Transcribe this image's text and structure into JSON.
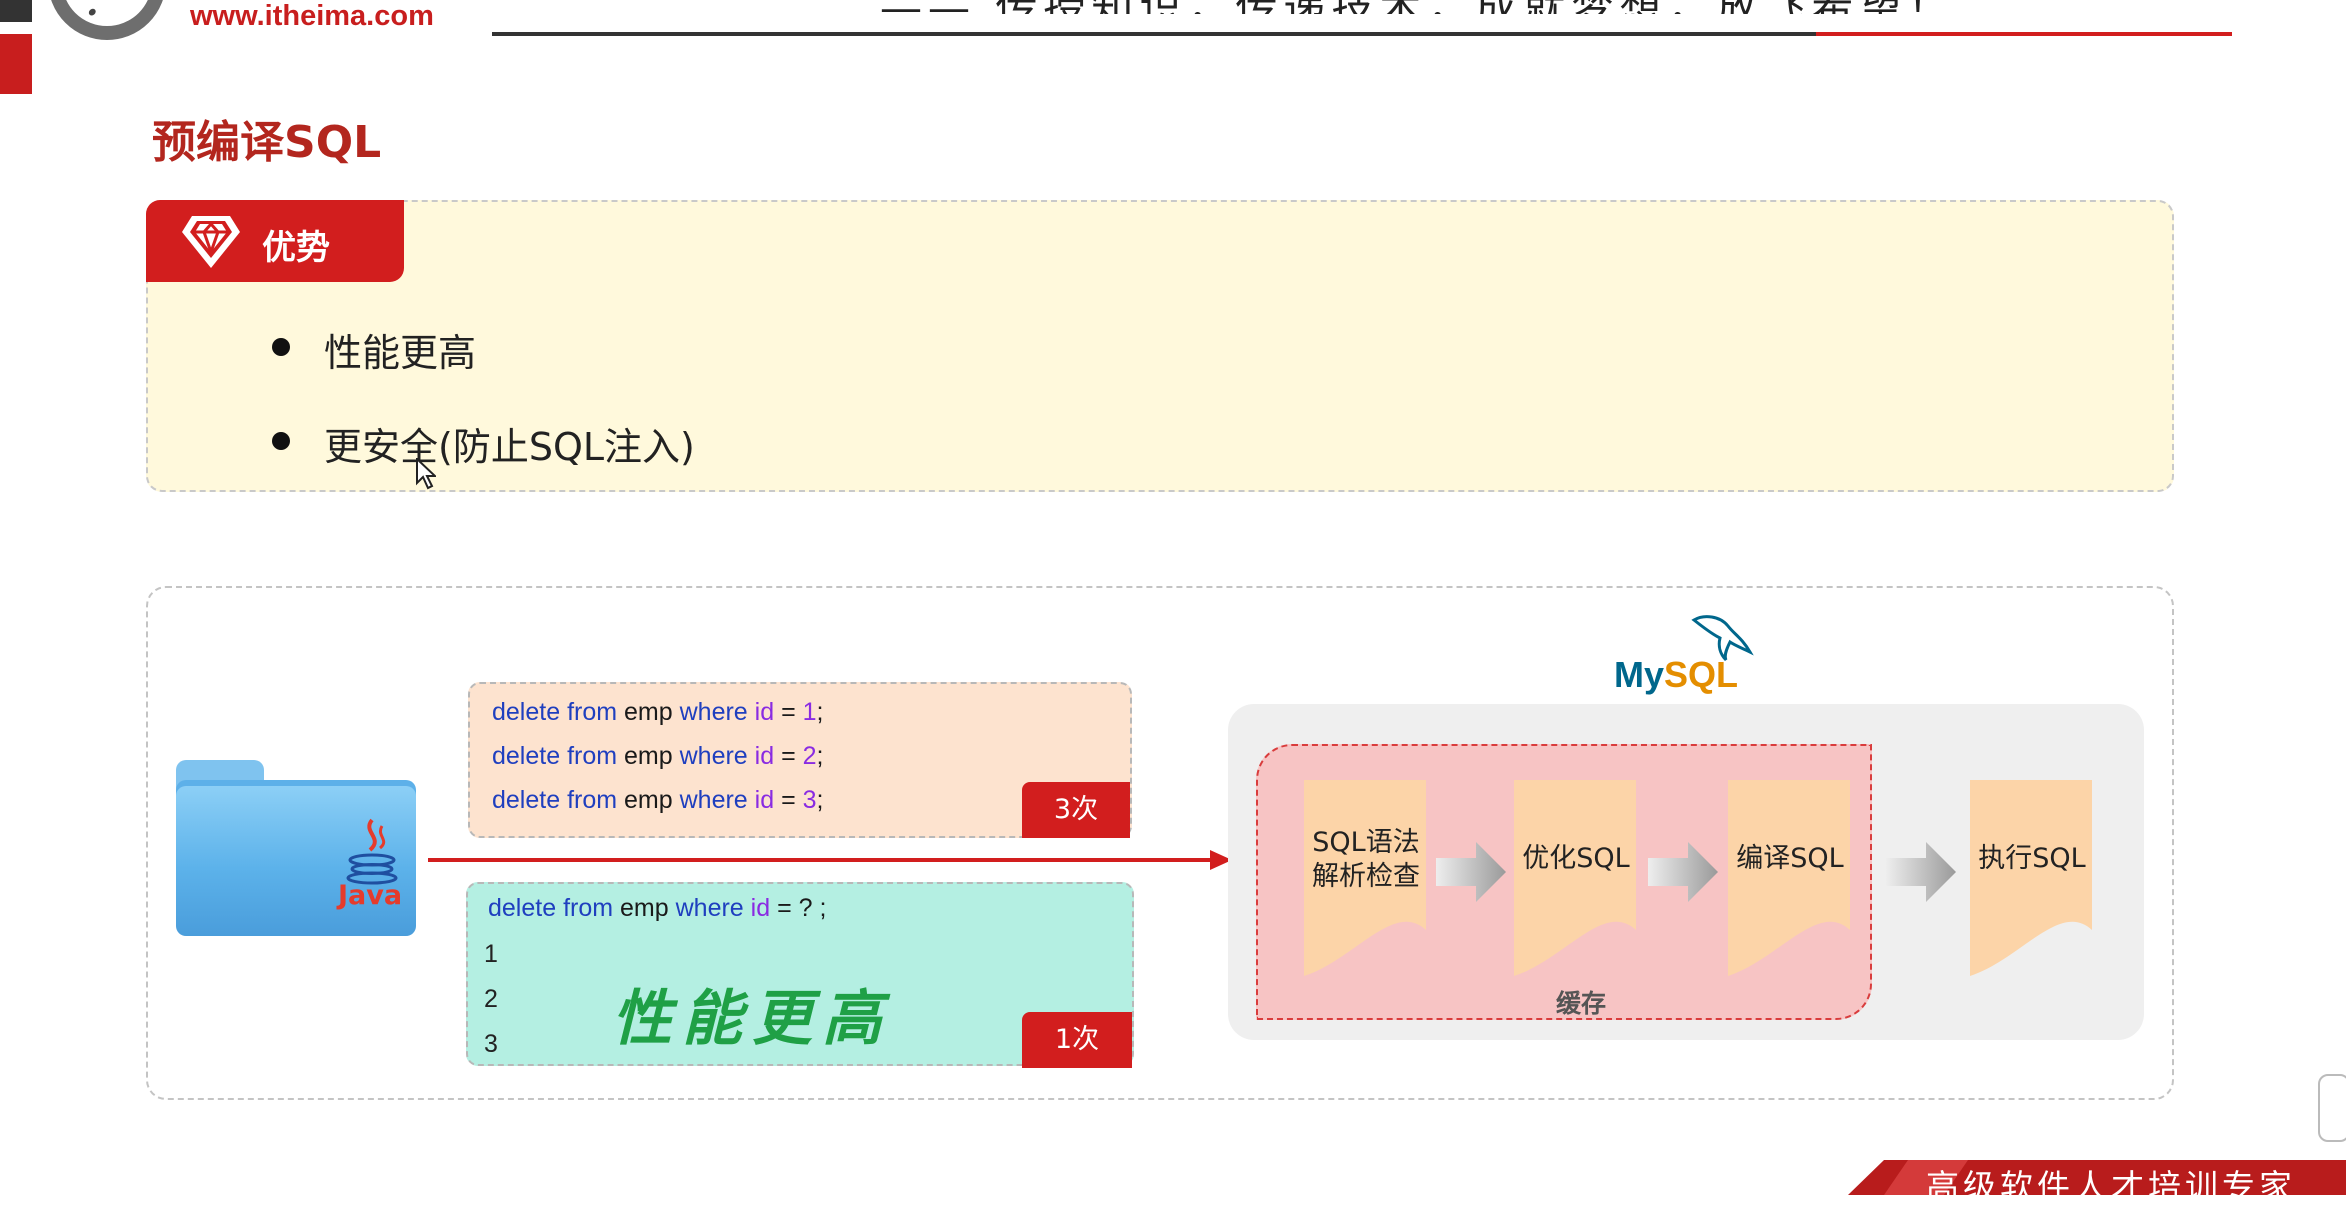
{
  "header": {
    "site_url": "www.itheima.com",
    "slogan": "—— 传授知识，传递技术，成就梦想，放飞希望！"
  },
  "page": {
    "title": "预编译SQL"
  },
  "advantages": {
    "tab_label": "优势",
    "items": [
      "性能更高",
      "更安全(防止SQL注入)"
    ]
  },
  "diagram": {
    "java_label": "Java",
    "repeated_statements": [
      {
        "kw1": "delete",
        "kw2": "from",
        "table": "emp",
        "kw3": "where",
        "col": "id",
        "op": " = ",
        "val": "1",
        "end": ";"
      },
      {
        "kw1": "delete",
        "kw2": "from",
        "table": "emp",
        "kw3": "where",
        "col": "id",
        "op": " = ",
        "val": "2",
        "end": ";"
      },
      {
        "kw1": "delete",
        "kw2": "from",
        "table": "emp",
        "kw3": "where",
        "col": "id",
        "op": " = ",
        "val": "3",
        "end": ";"
      }
    ],
    "repeated_count": "3次",
    "prepared_statement": {
      "kw1": "delete",
      "kw2": "from",
      "table": "emp",
      "kw3": "where",
      "col": "id",
      "op": " = ",
      "val": "?",
      "end": " ;"
    },
    "params": [
      "1",
      "2",
      "3"
    ],
    "prepared_count": "1次",
    "performance_callout": "性能更高",
    "mysql_label_my": "My",
    "mysql_label_sql": "SQL",
    "cache_label": "缓存",
    "steps": [
      {
        "line1": "SQL语法",
        "line2": "解析检查"
      },
      {
        "line1": "优化SQL",
        "line2": ""
      },
      {
        "line1": "编译SQL",
        "line2": ""
      },
      {
        "line1": "执行SQL",
        "line2": ""
      }
    ]
  },
  "footer": {
    "banner_text": "高级软件人才培训专家"
  },
  "colors": {
    "brand_red": "#d21e1e",
    "title_red": "#b3261e",
    "advantage_bg": "#fff9dc",
    "peach": "#fde3cf",
    "mint": "#b4efe2",
    "cache_pink": "#f7c4c4",
    "step_orange": "#fcd4a8",
    "mysql_blue": "#00678c",
    "mysql_orange": "#e48e00",
    "callout_green": "#1fa046"
  },
  "icons": [
    "diamond-icon",
    "java-logo-icon",
    "folder-icon",
    "mysql-dolphin-icon",
    "arrow-right-icon",
    "mouse-cursor-icon"
  ]
}
